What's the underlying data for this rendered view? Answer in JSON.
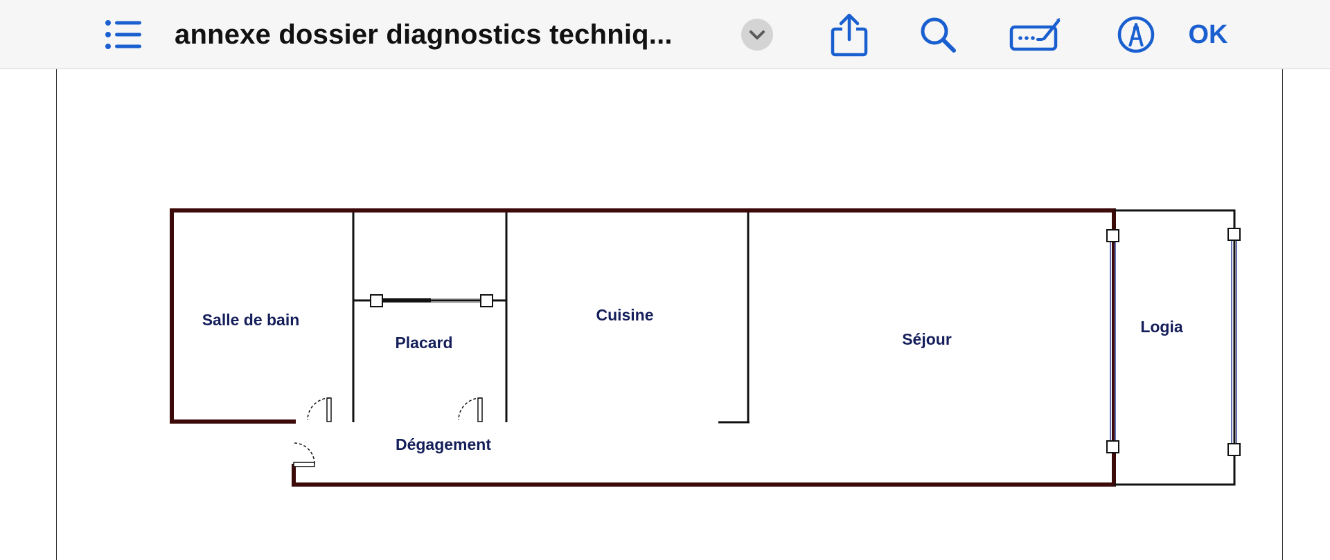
{
  "toolbar": {
    "document_title": "annexe dossier diagnostics techniq...",
    "ok_label": "OK",
    "icons": [
      "list-icon",
      "chevron-down-icon",
      "share-icon",
      "search-icon",
      "signature-icon",
      "markup-pen-icon"
    ],
    "accent_color": "#1a5fd0"
  },
  "floor_plan": {
    "rooms": {
      "salle_de_bain": "Salle de bain",
      "placard": "Placard",
      "cuisine": "Cuisine",
      "sejour": "Séjour",
      "logia": "Logia",
      "degagement": "Dégagement"
    },
    "wall_color": "#3d0a0a",
    "label_color": "#141e5a"
  }
}
